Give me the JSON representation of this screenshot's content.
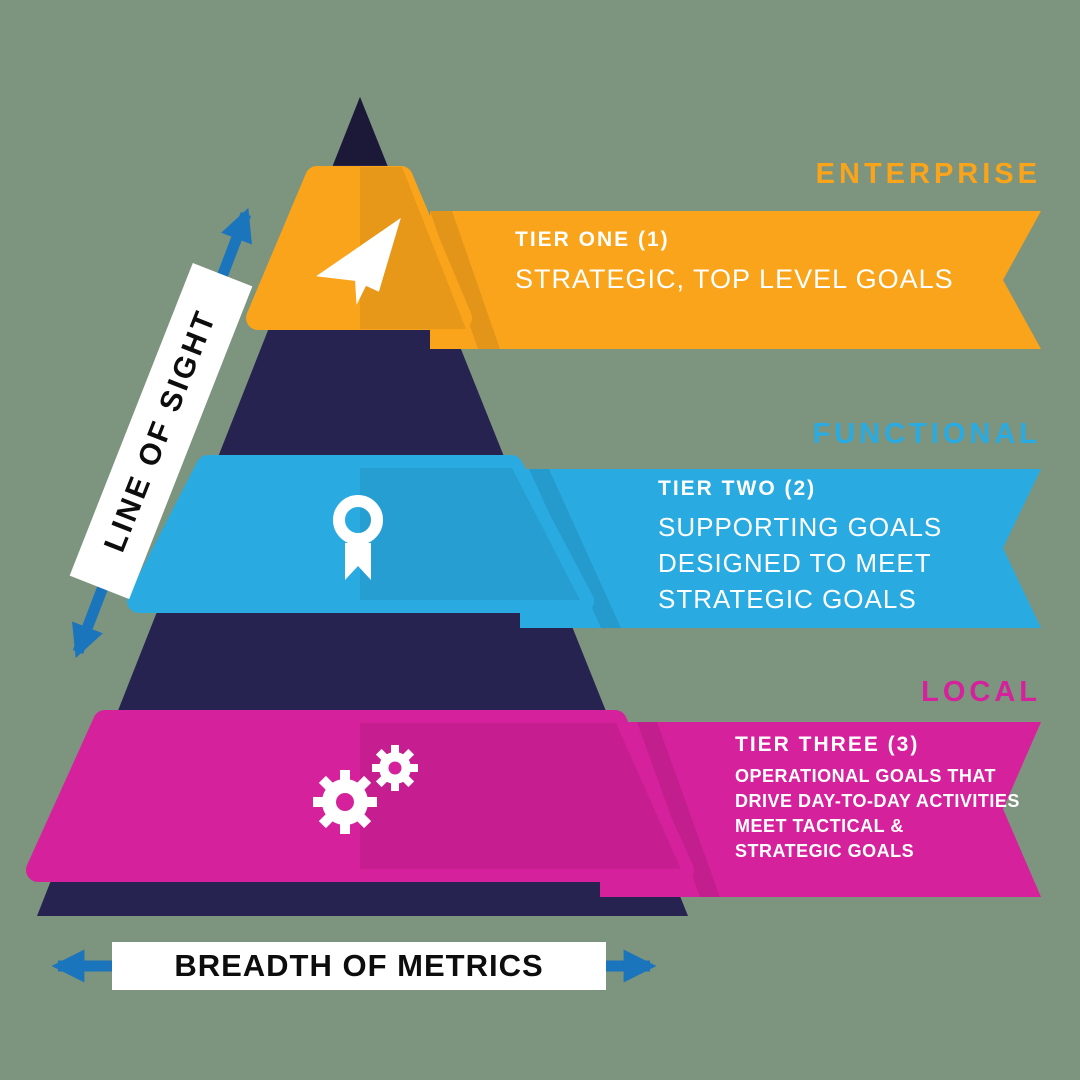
{
  "colors": {
    "background": "#7d947e",
    "navy": "#272350",
    "navy_dark": "#1b1838",
    "orange": "#F9A41B",
    "blue": "#29ABE2",
    "magenta": "#D6219C",
    "arrow": "#1B75BC",
    "white": "#FFFFFF",
    "text_dark": "#0d0d0d"
  },
  "axes": {
    "line_of_sight": "LINE OF SIGHT",
    "breadth_of_metrics": "BREADTH OF METRICS"
  },
  "tiers": [
    {
      "id": "enterprise",
      "category_label": "ENTERPRISE",
      "tier_title": "TIER ONE (1)",
      "description_lines": [
        "STRATEGIC, TOP LEVEL GOALS"
      ],
      "color": "#F9A41B",
      "icon": "paper-plane-icon"
    },
    {
      "id": "functional",
      "category_label": "FUNCTIONAL",
      "tier_title": "TIER TWO (2)",
      "description_lines": [
        "SUPPORTING GOALS",
        "DESIGNED TO MEET",
        "STRATEGIC GOALS"
      ],
      "color": "#29ABE2",
      "icon": "award-ribbon-icon"
    },
    {
      "id": "local",
      "category_label": "LOCAL",
      "tier_title": "TIER THREE (3)",
      "description_lines": [
        "OPERATIONAL GOALS THAT",
        "DRIVE DAY-TO-DAY ACTIVITIES",
        "MEET TACTICAL &",
        "STRATEGIC GOALS"
      ],
      "color": "#D6219C",
      "icon": "gears-icon"
    }
  ]
}
